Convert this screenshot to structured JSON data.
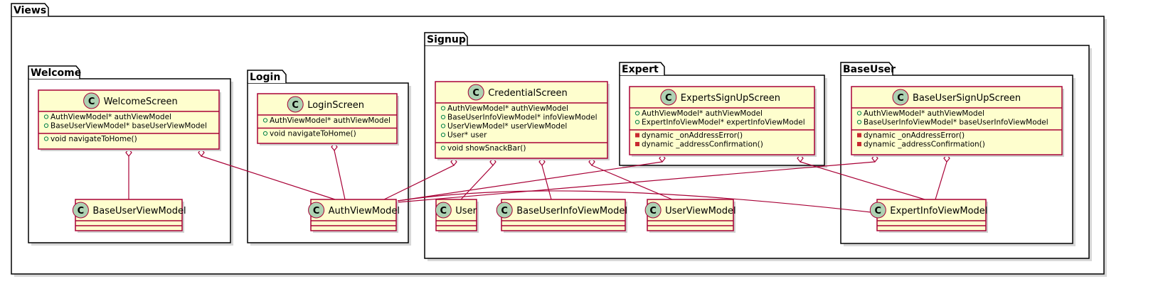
{
  "packages": {
    "views": "Views",
    "welcome": "Welcome",
    "login": "Login",
    "signup": "Signup",
    "expert": "Expert",
    "baseuser": "BaseUser"
  },
  "classes": {
    "welcomeScreen": {
      "name": "WelcomeScreen",
      "fields": [
        "AuthViewModel* authViewModel",
        "BaseUserViewModel* baseUserViewModel"
      ],
      "methods": [
        "void navigateToHome()"
      ]
    },
    "loginScreen": {
      "name": "LoginScreen",
      "fields": [
        "AuthViewModel* authViewModel"
      ],
      "methods": [
        "void navigateToHome()"
      ]
    },
    "credentialScreen": {
      "name": "CredentialScreen",
      "fields": [
        "AuthViewModel* authViewModel",
        "BaseUserInfoViewModel* infoViewModel",
        "UserViewModel* userViewModel",
        "User* user"
      ],
      "methods": [
        "void showSnackBar()"
      ]
    },
    "expertsSignUpScreen": {
      "name": "ExpertsSignUpScreen",
      "fields": [
        "AuthViewModel* authViewModel",
        "ExpertInfoViewModel* expertInfoViewModel"
      ],
      "methods": [
        "dynamic _onAddressError()",
        "dynamic _addressConfirmation()"
      ]
    },
    "baseUserSignUpScreen": {
      "name": "BaseUserSignUpScreen",
      "fields": [
        "AuthViewModel* authViewModel",
        "BaseUserInfoViewModel* baseUserInfoViewModel"
      ],
      "methods": [
        "dynamic _onAddressError()",
        "dynamic _addressConfirmation()"
      ]
    },
    "baseUserViewModel": {
      "name": "BaseUserViewModel"
    },
    "authViewModel": {
      "name": "AuthViewModel"
    },
    "user": {
      "name": "User"
    },
    "baseUserInfoViewModel": {
      "name": "BaseUserInfoViewModel"
    },
    "userViewModel": {
      "name": "UserViewModel"
    },
    "expertInfoViewModel": {
      "name": "ExpertInfoViewModel"
    }
  },
  "class_icon_letter": "C",
  "colors": {
    "class_fill": "#fefece",
    "class_border": "#a80036",
    "class_icon": "#add1b2",
    "edge": "#a80036",
    "public_marker": "#038048",
    "private_marker": "#c82930"
  },
  "relations": [
    {
      "from": "WelcomeScreen",
      "to": "BaseUserViewModel",
      "type": "aggregation"
    },
    {
      "from": "WelcomeScreen",
      "to": "AuthViewModel",
      "type": "aggregation"
    },
    {
      "from": "LoginScreen",
      "to": "AuthViewModel",
      "type": "aggregation"
    },
    {
      "from": "CredentialScreen",
      "to": "AuthViewModel",
      "type": "aggregation"
    },
    {
      "from": "CredentialScreen",
      "to": "User",
      "type": "aggregation"
    },
    {
      "from": "CredentialScreen",
      "to": "BaseUserInfoViewModel",
      "type": "aggregation"
    },
    {
      "from": "CredentialScreen",
      "to": "UserViewModel",
      "type": "aggregation"
    },
    {
      "from": "ExpertsSignUpScreen",
      "to": "AuthViewModel",
      "type": "aggregation"
    },
    {
      "from": "ExpertsSignUpScreen",
      "to": "ExpertInfoViewModel",
      "type": "aggregation"
    },
    {
      "from": "BaseUserSignUpScreen",
      "to": "AuthViewModel",
      "type": "aggregation"
    },
    {
      "from": "BaseUserSignUpScreen",
      "to": "ExpertInfoViewModel",
      "type": "aggregation"
    }
  ]
}
